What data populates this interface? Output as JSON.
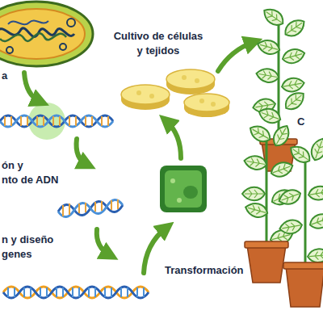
{
  "diagram": {
    "labels": [
      "a",
      "ón y nto de ADN",
      "n y diseño genes",
      "Cultivo de células y tejidos",
      "Transformación",
      "C"
    ]
  }
}
